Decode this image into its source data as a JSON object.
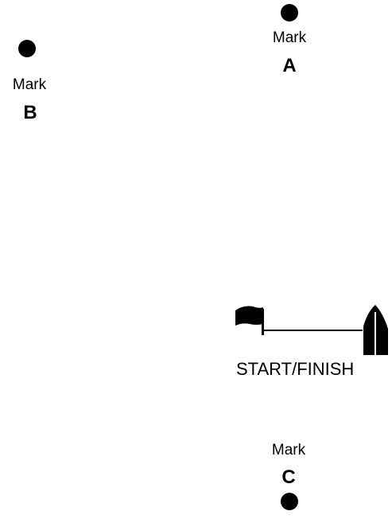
{
  "marks": [
    {
      "id": "A",
      "word": "Mark",
      "letter": "A"
    },
    {
      "id": "B",
      "word": "Mark",
      "letter": "B"
    },
    {
      "id": "C",
      "word": "Mark",
      "letter": "C"
    }
  ],
  "start_finish": {
    "label": "START/FINISH"
  },
  "icons": {
    "mark": "buoy-dot",
    "committee": "flag-icon",
    "pin": "boat-icon"
  },
  "colors": {
    "ink": "#000000",
    "background": "#ffffff"
  }
}
